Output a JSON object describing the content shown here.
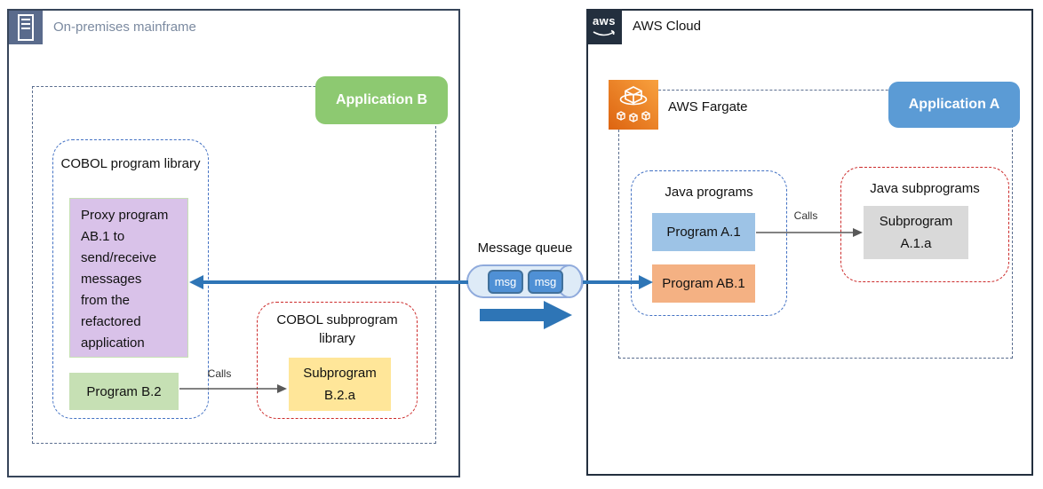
{
  "on_premises": {
    "title": "On-premises mainframe",
    "application_label": "Application B",
    "cobol_program_library": {
      "title": "COBOL program library",
      "proxy_program": "Proxy program\nAB.1 to\nsend/receive\nmessages\nfrom the\nrefactored\napplication",
      "program": "Program B.2"
    },
    "calls_label": "Calls",
    "cobol_subprogram_library": {
      "title": "COBOL subprogram library",
      "subprogram": "Subprogram\nB.2.a"
    }
  },
  "message_queue": {
    "label": "Message queue",
    "msg1": "msg",
    "msg2": "msg"
  },
  "aws_cloud": {
    "title": "AWS Cloud",
    "logo_text": "aws",
    "fargate_label": "AWS Fargate",
    "application_label": "Application A",
    "java_programs": {
      "title": "Java programs",
      "program_a1": "Program A.1",
      "program_ab1": "Program AB.1"
    },
    "calls_label": "Calls",
    "java_subprograms": {
      "title": "Java subprograms",
      "subprogram": "Subprogram\nA.1.a"
    }
  },
  "colors": {
    "app_b_green": "#8dc971",
    "app_a_blue": "#5b9bd5",
    "proxy_purple": "#d9c2e9",
    "program_b2_green": "#c6e0b4",
    "subprogram_yellow": "#ffe699",
    "program_a1_blue": "#9dc3e6",
    "program_ab1_orange": "#f4b183",
    "subprogram_gray": "#d9d9d9",
    "arrow_blue": "#2e75b6",
    "dashed_blue": "#4472c4",
    "dashed_red": "#cc2b2b",
    "aws_navy": "#232f3e",
    "fargate_orange": "#ec7211"
  }
}
